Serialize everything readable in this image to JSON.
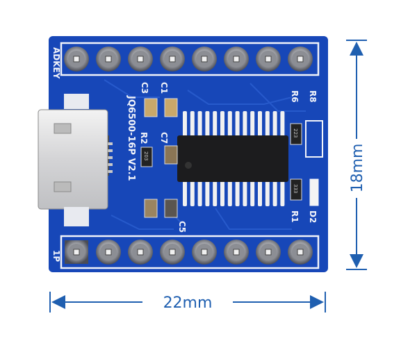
{
  "board": {
    "model_label": "JQ6500-16P V2.1",
    "pin_labels": {
      "top": "ADKEY",
      "bottom": "1P"
    },
    "component_labels": {
      "r2": "R2",
      "c7": "C7",
      "c3": "C3",
      "c1": "C1",
      "c5": "C5",
      "r6": "R6",
      "r8": "R8",
      "r1": "R1",
      "d2": "D2"
    },
    "resistor_codes": {
      "r2": "203",
      "r6": "223",
      "r1": "333"
    },
    "colors": {
      "pcb": "#1747b8",
      "silk": "#f2f4fa",
      "chip": "#1c1c1e",
      "dimension": "#1f5fb0"
    }
  },
  "dimensions": {
    "width_label": "22mm",
    "height_label": "18mm"
  }
}
